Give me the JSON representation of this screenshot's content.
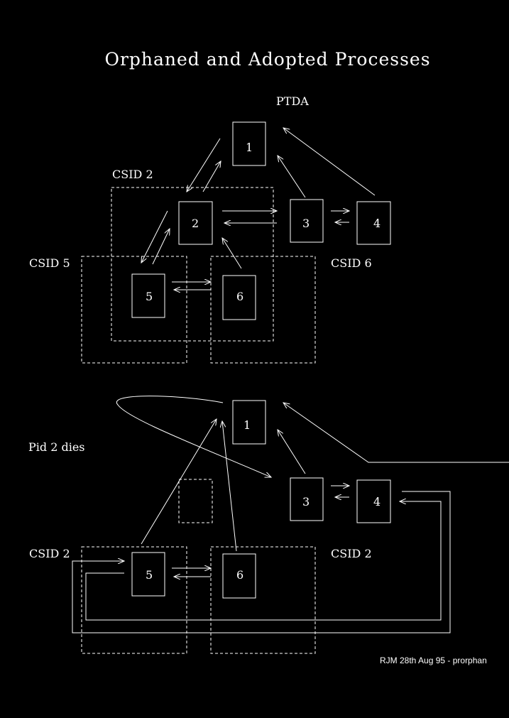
{
  "title": "Orphaned and Adopted Processes",
  "top": {
    "ptda_label": "PTDA",
    "csid_a": "CSID 2",
    "csid_b": "CSID 5",
    "csid_c": "CSID 6",
    "procs": [
      "1",
      "2",
      "3",
      "4",
      "5",
      "6"
    ]
  },
  "bottom": {
    "event_label": "Pid 2 dies",
    "csid_left": "CSID 2",
    "csid_right": "CSID 2",
    "procs": [
      "1",
      "3",
      "4",
      "5",
      "6"
    ]
  },
  "credit": "RJM 28th Aug 95 - prorphan"
}
